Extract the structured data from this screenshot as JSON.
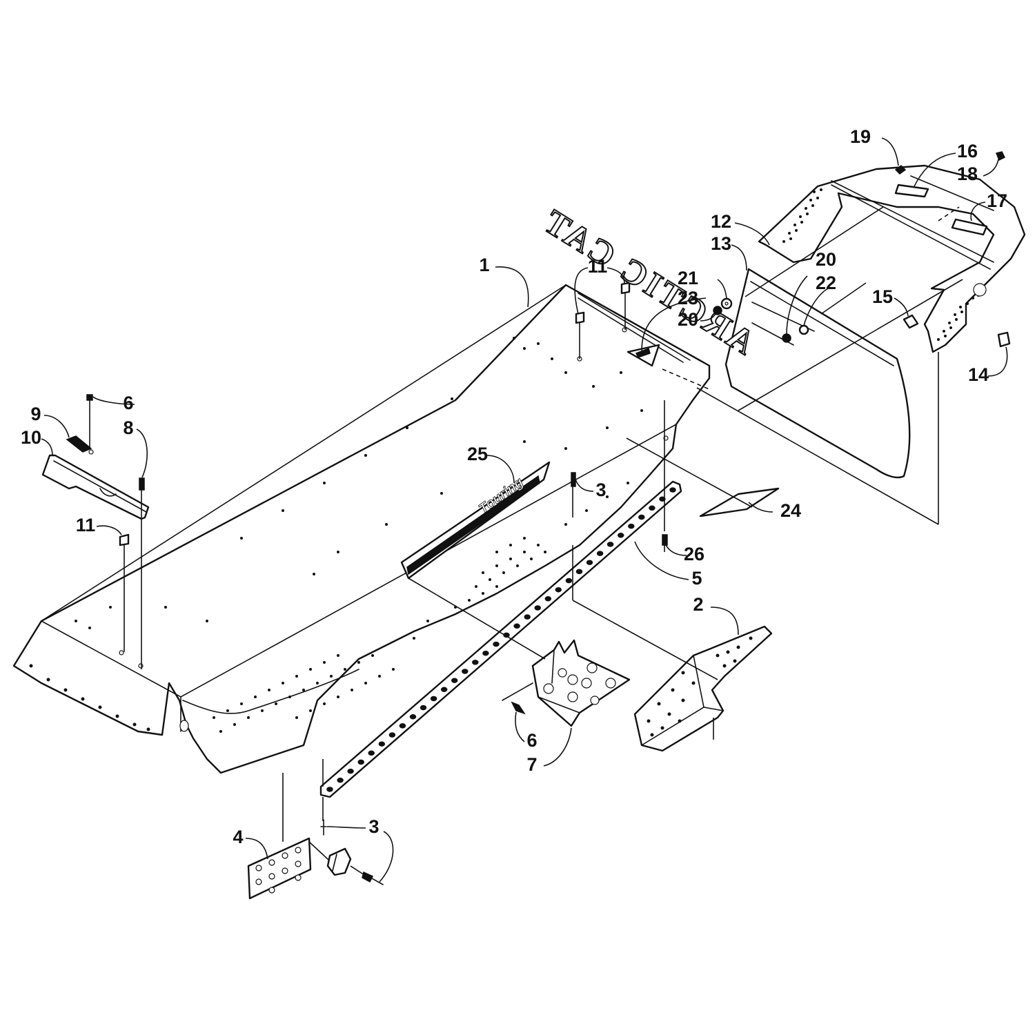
{
  "callouts": [
    {
      "id": "c1",
      "text": "1"
    },
    {
      "id": "c2",
      "text": "2"
    },
    {
      "id": "c3a",
      "text": "3"
    },
    {
      "id": "c3b",
      "text": "3"
    },
    {
      "id": "c4",
      "text": "4"
    },
    {
      "id": "c5",
      "text": "5"
    },
    {
      "id": "c6a",
      "text": "6"
    },
    {
      "id": "c6b",
      "text": "6"
    },
    {
      "id": "c7",
      "text": "7"
    },
    {
      "id": "c8",
      "text": "8"
    },
    {
      "id": "c9",
      "text": "9"
    },
    {
      "id": "c10",
      "text": "10"
    },
    {
      "id": "c11a",
      "text": "11"
    },
    {
      "id": "c11b",
      "text": "11"
    },
    {
      "id": "c12",
      "text": "12"
    },
    {
      "id": "c13",
      "text": "13"
    },
    {
      "id": "c14",
      "text": "14"
    },
    {
      "id": "c15",
      "text": "15"
    },
    {
      "id": "c16",
      "text": "16"
    },
    {
      "id": "c17",
      "text": "17"
    },
    {
      "id": "c18",
      "text": "18"
    },
    {
      "id": "c19",
      "text": "19"
    },
    {
      "id": "c20a",
      "text": "20"
    },
    {
      "id": "c20b",
      "text": "20"
    },
    {
      "id": "c21",
      "text": "21"
    },
    {
      "id": "c22",
      "text": "22"
    },
    {
      "id": "c23",
      "text": "23"
    },
    {
      "id": "c24",
      "text": "24"
    },
    {
      "id": "c25",
      "text": "25"
    },
    {
      "id": "c26",
      "text": "26"
    }
  ],
  "snowflap_logo": "ARCTIC CAT",
  "running_board_decal": "Touring"
}
